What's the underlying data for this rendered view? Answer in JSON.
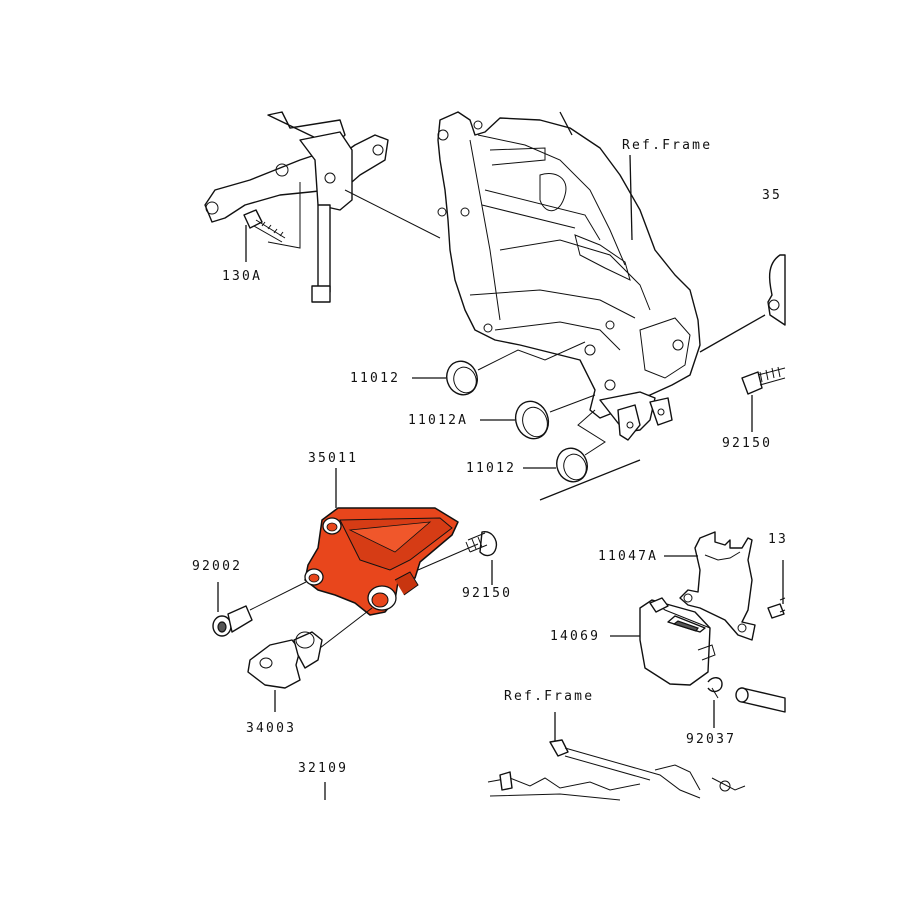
{
  "labels": {
    "p130a": "130A",
    "ref_frame_top": "Ref.Frame",
    "p35_top": "35",
    "p11012_a": "11012",
    "p11012a": "11012A",
    "p11012_b": "11012",
    "p92150_right": "92150",
    "p35011": "35011",
    "p92002": "92002",
    "p92150_mid": "92150",
    "p34003": "34003",
    "p32109": "32109",
    "p11047a": "11047A",
    "p14069": "14069",
    "p92037": "92037",
    "ref_frame_bottom": "Ref.Frame",
    "p13_right": "13"
  },
  "colors": {
    "highlight": "#e8461c",
    "line": "#111111",
    "background": "#ffffff"
  }
}
